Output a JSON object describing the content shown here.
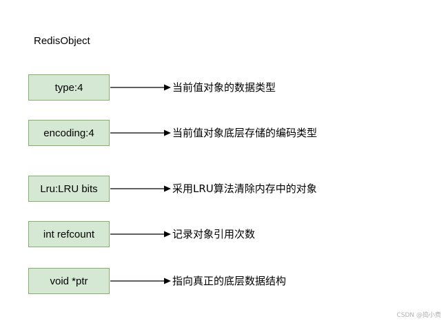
{
  "title": "RedisObject",
  "fields": [
    {
      "label": "type:4",
      "description": "当前值对象的数据类型"
    },
    {
      "label": "encoding:4",
      "description": "当前值对象底层存储的编码类型"
    },
    {
      "label": "Lru:LRU bits",
      "description": "采用LRU算法清除内存中的对象"
    },
    {
      "label": "int refcount",
      "description": "记录对象引用次数"
    },
    {
      "label": "void *ptr",
      "description": "指向真正的底层数据结构"
    }
  ],
  "watermark": "CSDN @捣小费",
  "colors": {
    "box_fill": "#d5e8d4",
    "box_border": "#82b366",
    "arrow": "#000000"
  }
}
